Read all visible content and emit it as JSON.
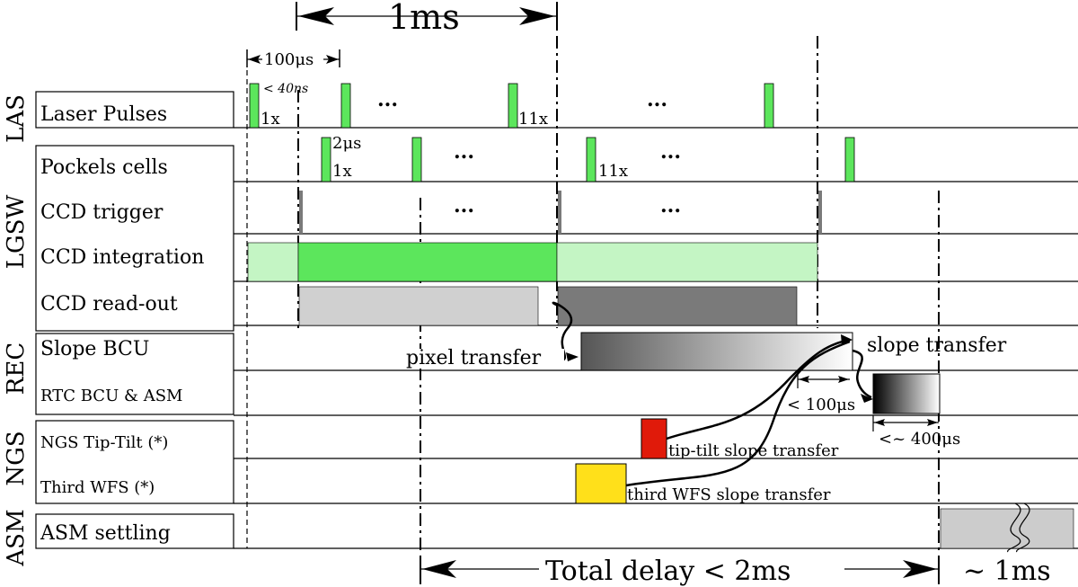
{
  "header": {
    "period_label": "1ms",
    "sub_period_label": "100μs"
  },
  "groups": {
    "las": "LAS",
    "lgsw": "LGSW",
    "rec": "REC",
    "ngs": "NGS",
    "asm": "ASM"
  },
  "rows": {
    "laser_pulses": "Laser Pulses",
    "pockels_cells": "Pockels cells",
    "ccd_trigger": "CCD trigger",
    "ccd_integration": "CCD integration",
    "ccd_readout": "CCD read-out",
    "slope_bcu": "Slope BCU",
    "rtc_bcu_asm": "RTC BCU & ASM",
    "ngs_tiptilt": "NGS Tip-Tilt (*)",
    "third_wfs": "Third WFS (*)",
    "asm_settling": "ASM settling"
  },
  "annotations": {
    "pulse_width": "< 40ns",
    "pulse_count_1": "1x",
    "pulse_count_11": "11x",
    "pockels_width": "2μs",
    "pockels_count_1": "1x",
    "pockels_count_11": "11x",
    "ellipsis": "...",
    "pixel_transfer": "pixel transfer",
    "slope_transfer": "slope transfer",
    "rtc_gap": "< 100μs",
    "rtc_duration": "<~ 400μs",
    "tiptilt_transfer": "tip-tilt slope transfer",
    "thirdwfs_transfer": "third WFS slope transfer"
  },
  "footer": {
    "total_delay": "Total delay < 2ms",
    "settling_time": "~ 1ms"
  },
  "colors": {
    "pulse_green": "#5ce65c",
    "integration_light": "#c4f5c4",
    "integration_dark": "#5ce65c",
    "readout_light": "#d0d0d0",
    "readout_dark": "#7a7a7a",
    "tiptilt_red": "#e01a0a",
    "thirdwfs_yellow": "#ffe01a",
    "asm_gray": "#cccccc"
  }
}
